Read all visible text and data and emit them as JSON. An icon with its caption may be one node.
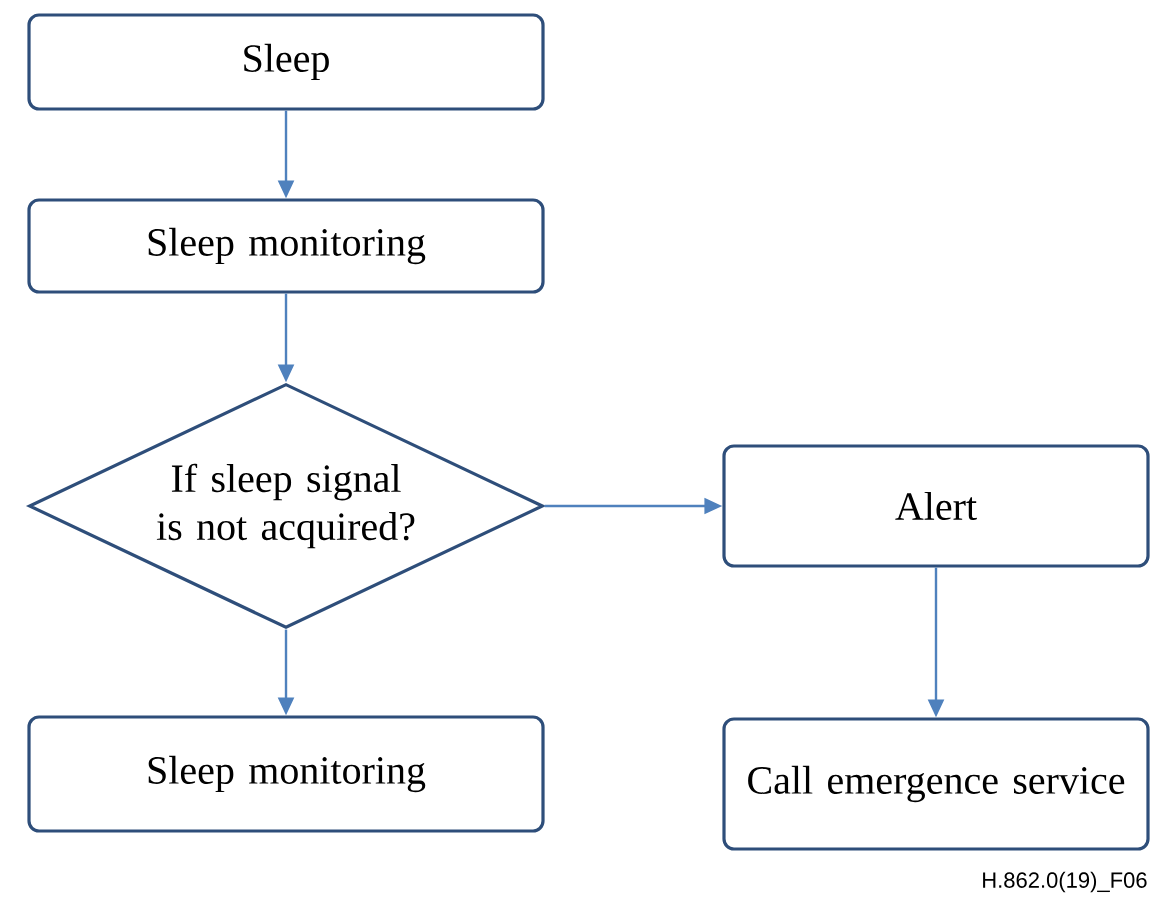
{
  "diagram": {
    "nodes": [
      {
        "text": [
          "Sleep"
        ]
      },
      {
        "text": [
          "Sleep monitoring"
        ]
      },
      {
        "text": [
          "If sleep signal is not acquired?"
        ]
      },
      {
        "text": [
          "Alert"
        ]
      },
      {
        "text": [
          "Sleep monitoring"
        ]
      },
      {
        "text": [
          "Call emergence service"
        ]
      }
    ],
    "edges": [
      {
        "from": 0,
        "to": 1,
        "arrow": "to"
      },
      {
        "from": 1,
        "to": 2,
        "arrow": "to"
      },
      {
        "from": 2,
        "to": 3,
        "arrow": "to"
      },
      {
        "from": 2,
        "to": 4,
        "arrow": "to"
      },
      {
        "from": 3,
        "to": 5,
        "arrow": "to"
      }
    ],
    "labels": [
      "H.862.0(19)_F06"
    ]
  }
}
